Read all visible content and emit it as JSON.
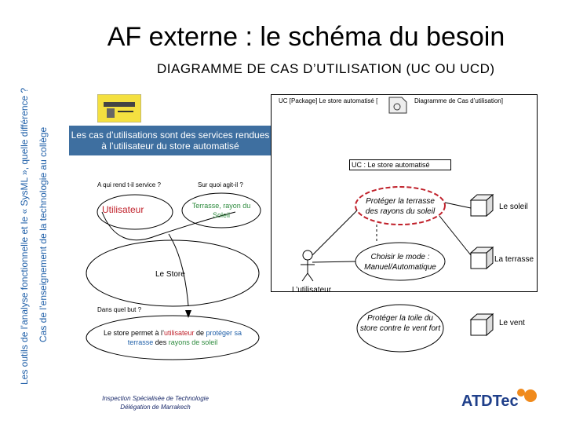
{
  "side_text": {
    "line1": "Les outils de l’analyse fonctionnelle et le « SysML », quelle différence ?",
    "line2": "Cas de l’enseignement de la technologie au collège"
  },
  "title": "AF externe : le schéma du besoin",
  "subtitle": "DIAGRAMME DE CAS D’UTILISATION (UC OU UCD)",
  "package_label": "UC [Package] Le store automatisé [",
  "diagram_label": "Diagramme de Cas d’utilisation]",
  "banner": "Les cas d’utilisations sont des services rendues à l’utilisateur du store automatisé",
  "bete_a_cornes": {
    "q_who": "A qui rend t-il service ?",
    "q_what": "Sur quoi agit-il ?",
    "user": "Utilisateur",
    "matter": "Terrasse, rayon du Soleil",
    "product": "Le Store",
    "q_goal": "Dans quel but ?",
    "goal_prefix": "Le store permet à l’",
    "goal_user": "utilisateur",
    "goal_de": " de ",
    "goal_protect": "protéger sa terrasse",
    "goal_des": " des ",
    "goal_rays": "rayons de soleil"
  },
  "uc_tab": "UC : Le store automatisé",
  "use_cases": [
    "Protéger la terrasse des rayons du soleil",
    "Choisir le mode : Manuel/Automatique",
    "Protéger la toile du store contre le vent fort"
  ],
  "actor": "L’utilisateur",
  "externals": [
    "Le soleil",
    "La terrasse",
    "Le vent"
  ],
  "footer": {
    "line1": "Inspection Spécialisée de Technologie",
    "line2": "Délégation de Marrakech"
  },
  "logo": "ATDTec",
  "colors": {
    "blue": "#1f5fa8",
    "red": "#c0202a",
    "green": "#2e8b3e",
    "banner": "#3e6fa0"
  }
}
